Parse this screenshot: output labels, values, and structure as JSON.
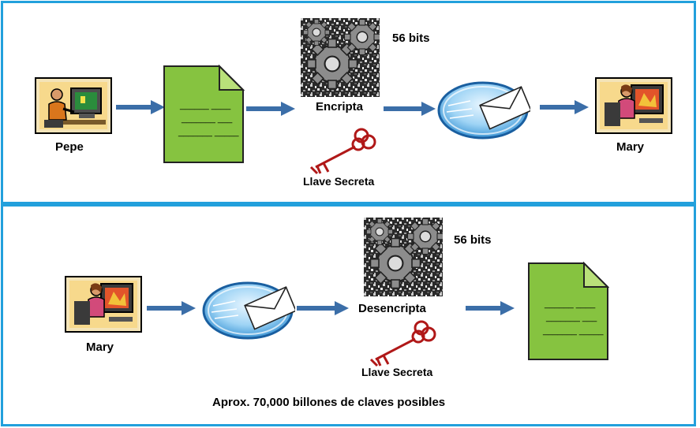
{
  "top": {
    "sender": "Pepe",
    "receiver": "Mary",
    "process": "Encripta",
    "bits": "56 bits",
    "key_label": "Llave Secreta",
    "doc_lines": [
      "______ ____",
      "_______ ___",
      "_______ _____"
    ]
  },
  "bottom": {
    "sender": "Mary",
    "process": "Desencripta",
    "bits": "56 bits",
    "key_label": "Llave Secreta",
    "doc_lines": [
      "______ ____",
      "_______ ___",
      "_______ _____"
    ],
    "footer": "Aprox. 70,000 billones de claves posibles"
  },
  "colors": {
    "border": "#22a0dc",
    "arrow": "#3b6ea8",
    "document": "#86c340",
    "key": "#b01818"
  },
  "icons": [
    "person-computer-icon",
    "document-icon",
    "gears-icon",
    "envelope-icon",
    "key-icon",
    "arrow-icon"
  ]
}
